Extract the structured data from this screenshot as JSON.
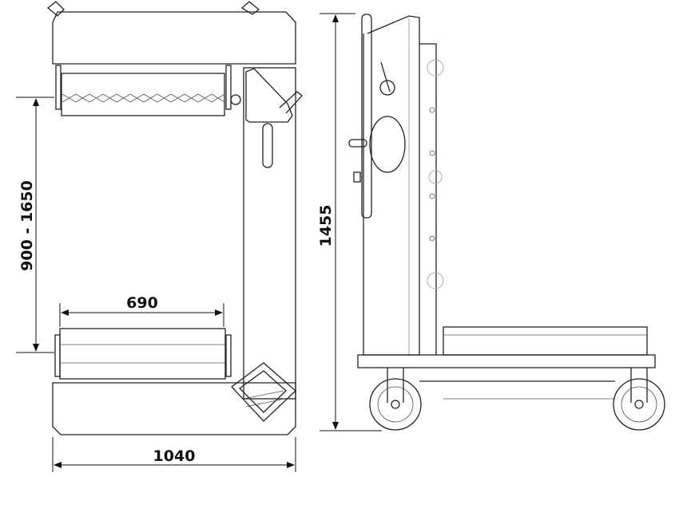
{
  "drawing": {
    "views": [
      "top-view",
      "side-view"
    ],
    "dimensions": {
      "height_range": "900 - 1650",
      "roller_width": "690",
      "overall_width": "1040",
      "overall_height": "1455"
    },
    "line_color": "#222222",
    "background": "#ffffff"
  }
}
